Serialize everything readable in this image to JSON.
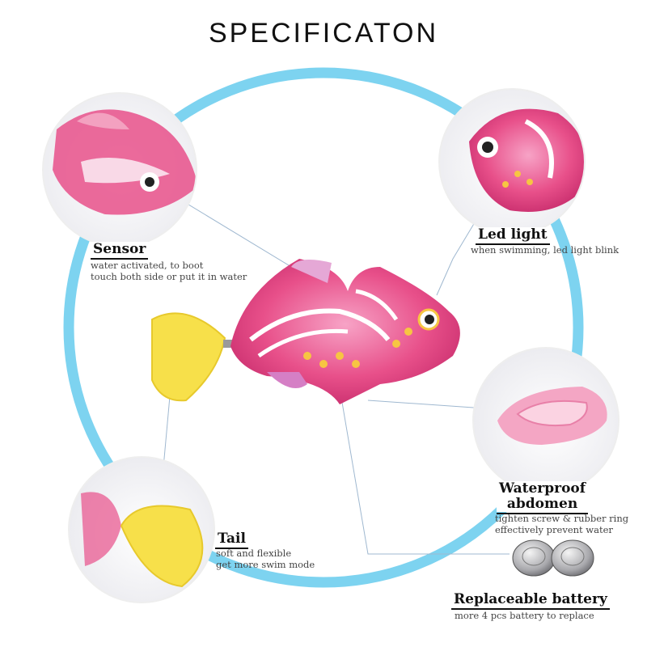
{
  "title": "SPECIFICATON",
  "colors": {
    "ring": "#7dd3f0",
    "connector": "#9fb8d0",
    "fish_body": "#e8508a",
    "fin": "#f7e04a"
  },
  "features": {
    "sensor": {
      "label": "Sensor",
      "desc": [
        "water activated, to boot",
        "touch both side or put it in water"
      ]
    },
    "led": {
      "label": "Led light",
      "desc": [
        "when swimming, led light blink"
      ]
    },
    "waterproof": {
      "label": [
        "Waterproof",
        "abdomen"
      ],
      "desc": [
        "tighten screw & rubber ring",
        "effectively prevent water"
      ]
    },
    "tail": {
      "label": "Tail",
      "desc": [
        "soft and flexible",
        "get more swim mode"
      ]
    },
    "battery": {
      "label": "Replaceable battery",
      "desc": [
        "more 4 pcs battery to replace"
      ]
    }
  }
}
